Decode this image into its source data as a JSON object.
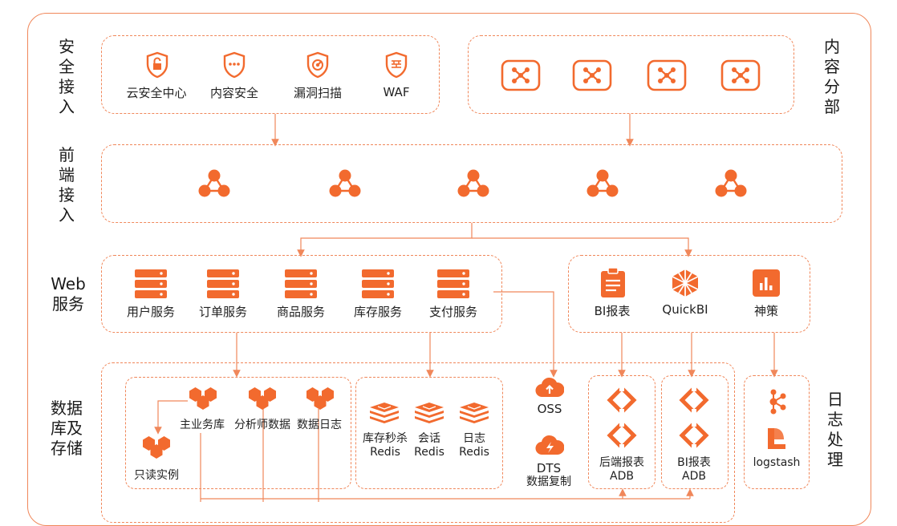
{
  "colors": {
    "accent": "#f26a2e",
    "dash": "#f0875a"
  },
  "layers": {
    "security_access": "安全接入",
    "content_delivery": "内容分部",
    "frontend_access": "前端接入",
    "web_service": [
      "Web",
      "服务"
    ],
    "db_storage": [
      "数据",
      "库及",
      "存储"
    ],
    "log_processing": "日志处理"
  },
  "security": {
    "items": [
      {
        "label": "云安全中心",
        "icon": "shield-lock-icon"
      },
      {
        "label": "内容安全",
        "icon": "shield-dots-icon"
      },
      {
        "label": "漏洞扫描",
        "icon": "shield-scan-icon"
      },
      {
        "label": "WAF",
        "icon": "shield-firewall-icon"
      }
    ]
  },
  "cdn": {
    "count": 4,
    "icon": "cdn-node-icon"
  },
  "frontend": {
    "count": 5,
    "icon": "load-balancer-icon"
  },
  "web_services": {
    "items": [
      {
        "label": "用户服务",
        "icon": "server-icon"
      },
      {
        "label": "订单服务",
        "icon": "server-icon"
      },
      {
        "label": "商品服务",
        "icon": "server-icon"
      },
      {
        "label": "库存服务",
        "icon": "server-icon"
      },
      {
        "label": "支付服务",
        "icon": "server-icon"
      }
    ]
  },
  "bi": {
    "items": [
      {
        "label": "BI报表",
        "icon": "report-icon"
      },
      {
        "label": "QuickBI",
        "icon": "quickbi-icon"
      },
      {
        "label": "神策",
        "icon": "chart-icon"
      }
    ]
  },
  "database": {
    "main": "主业务库",
    "analyst": "分析师数据",
    "log": "数据日志",
    "readonly": "只读实例"
  },
  "redis": {
    "items": [
      {
        "line1": "库存秒杀",
        "line2": "Redis"
      },
      {
        "line1": "会话",
        "line2": "Redis"
      },
      {
        "line1": "日志",
        "line2": "Redis"
      }
    ]
  },
  "storage": {
    "oss": "OSS",
    "dts_line1": "DTS",
    "dts_line2": "数据复制"
  },
  "adb": {
    "backend_line1": "后端报表",
    "backend_line2": "ADB",
    "bi_line1": "BI报表",
    "bi_line2": "ADB"
  },
  "logging": {
    "logstash": "logstash"
  }
}
